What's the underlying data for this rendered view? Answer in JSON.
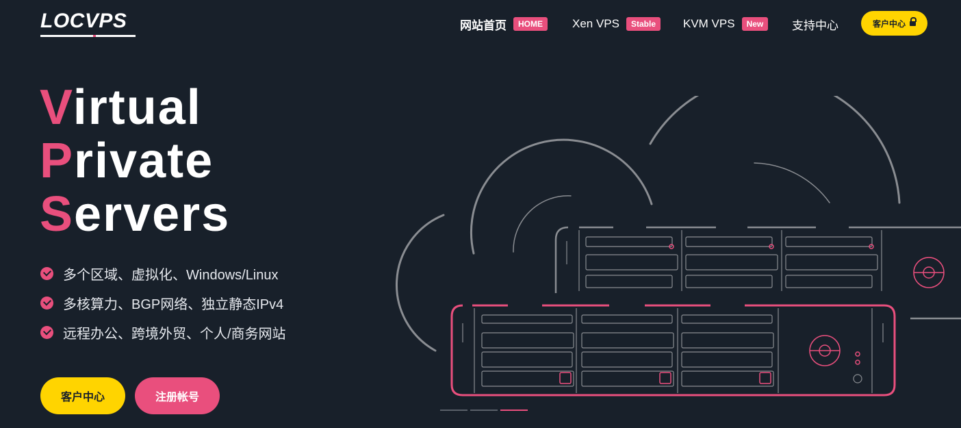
{
  "brand": {
    "name": "LOCVPS"
  },
  "nav": {
    "items": [
      {
        "label": "网站首页",
        "badge": "HOME"
      },
      {
        "label": "Xen VPS",
        "badge": "Stable"
      },
      {
        "label": "KVM VPS",
        "badge": "New"
      },
      {
        "label": "支持中心",
        "badge": ""
      }
    ],
    "cta": "客户中心",
    "cta_icon": "lock-icon"
  },
  "hero": {
    "lines": [
      {
        "initial": "V",
        "rest": "irtual"
      },
      {
        "initial": "P",
        "rest": "rivate"
      },
      {
        "initial": "S",
        "rest": "ervers"
      }
    ],
    "features": [
      "多个区域、虚拟化、Windows/Linux",
      "多核算力、BGP网络、独立静态IPv4",
      "远程办公、跨境外贸、个人/商务网站"
    ],
    "buttons": {
      "primary": "客户中心",
      "secondary": "注册帐号"
    }
  },
  "carousel": {
    "slides": 3,
    "active": 3
  },
  "colors": {
    "background": "#18202a",
    "accent": "#e94f7d",
    "yellow": "#ffd400",
    "line": "#8a8d92"
  }
}
